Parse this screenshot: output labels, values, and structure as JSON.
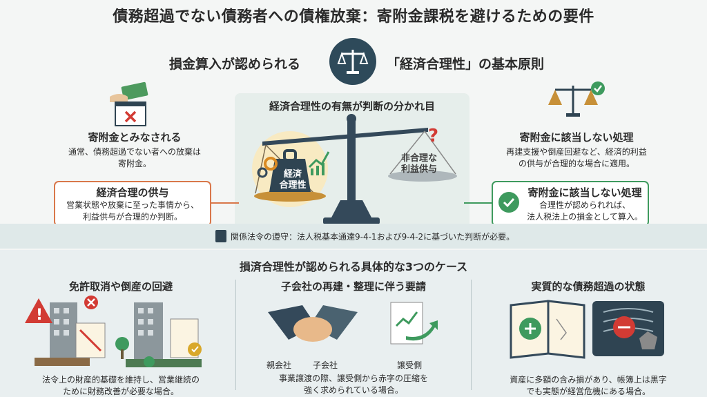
{
  "title": "債務超過でない債務者への債権放棄：寄附金課税を避けるための要件",
  "subtitle_left": "損金算入が認められる",
  "subtitle_right": "「経済合理性」の基本原則",
  "center": {
    "title": "経済合理性の有無が判断の分かれ目",
    "heavy_weight": "経済\n合理性",
    "light_weight": "非合理な\n利益供与"
  },
  "left": {
    "heading": "寄附金とみなされる",
    "text": "通常、債務超過でない者への放棄は\n寄附金。",
    "box_heading": "経済合理の供与",
    "box_text": "営業状態や放棄に至った事情から、\n利益供与が合理的か判断。"
  },
  "right": {
    "heading": "寄附金に該当しない処理",
    "text": "再建支援や倒産回避など、経済的利益\nの供与が合理的な場合に適用。",
    "box_heading": "寄附金に該当しない処理",
    "box_text": "合理性が認められれば、\n法人税法上の損金として算入。"
  },
  "band_text": "関係法令の遵守：法人税基本通達9-4-1および9-4-2に基づいた判断が必要。",
  "cases_title": "損済合理性が認められる具体的な3つのケース",
  "cases": [
    {
      "heading": "免許取消や倒産の回避",
      "text": "法令上の財産的基礎を維持し、営業継続の\nために財務改善が必要な場合。"
    },
    {
      "heading": "子会社の再建・整理に伴う要請",
      "labels": [
        "親会社",
        "子会社",
        "譲受側"
      ],
      "text": "事業譲渡の際、譲受側から赤字の圧縮を\n強く求められている場合。"
    },
    {
      "heading": "実質的な債務超過の状態",
      "text": "資産に多額の含み損があり、帳簿上は黒字\nでも実態が経営危機にある場合。"
    }
  ],
  "colors": {
    "orange": "#d9774a",
    "green": "#3e9a5e",
    "navy": "#2e4a5a",
    "red": "#d23b34"
  }
}
